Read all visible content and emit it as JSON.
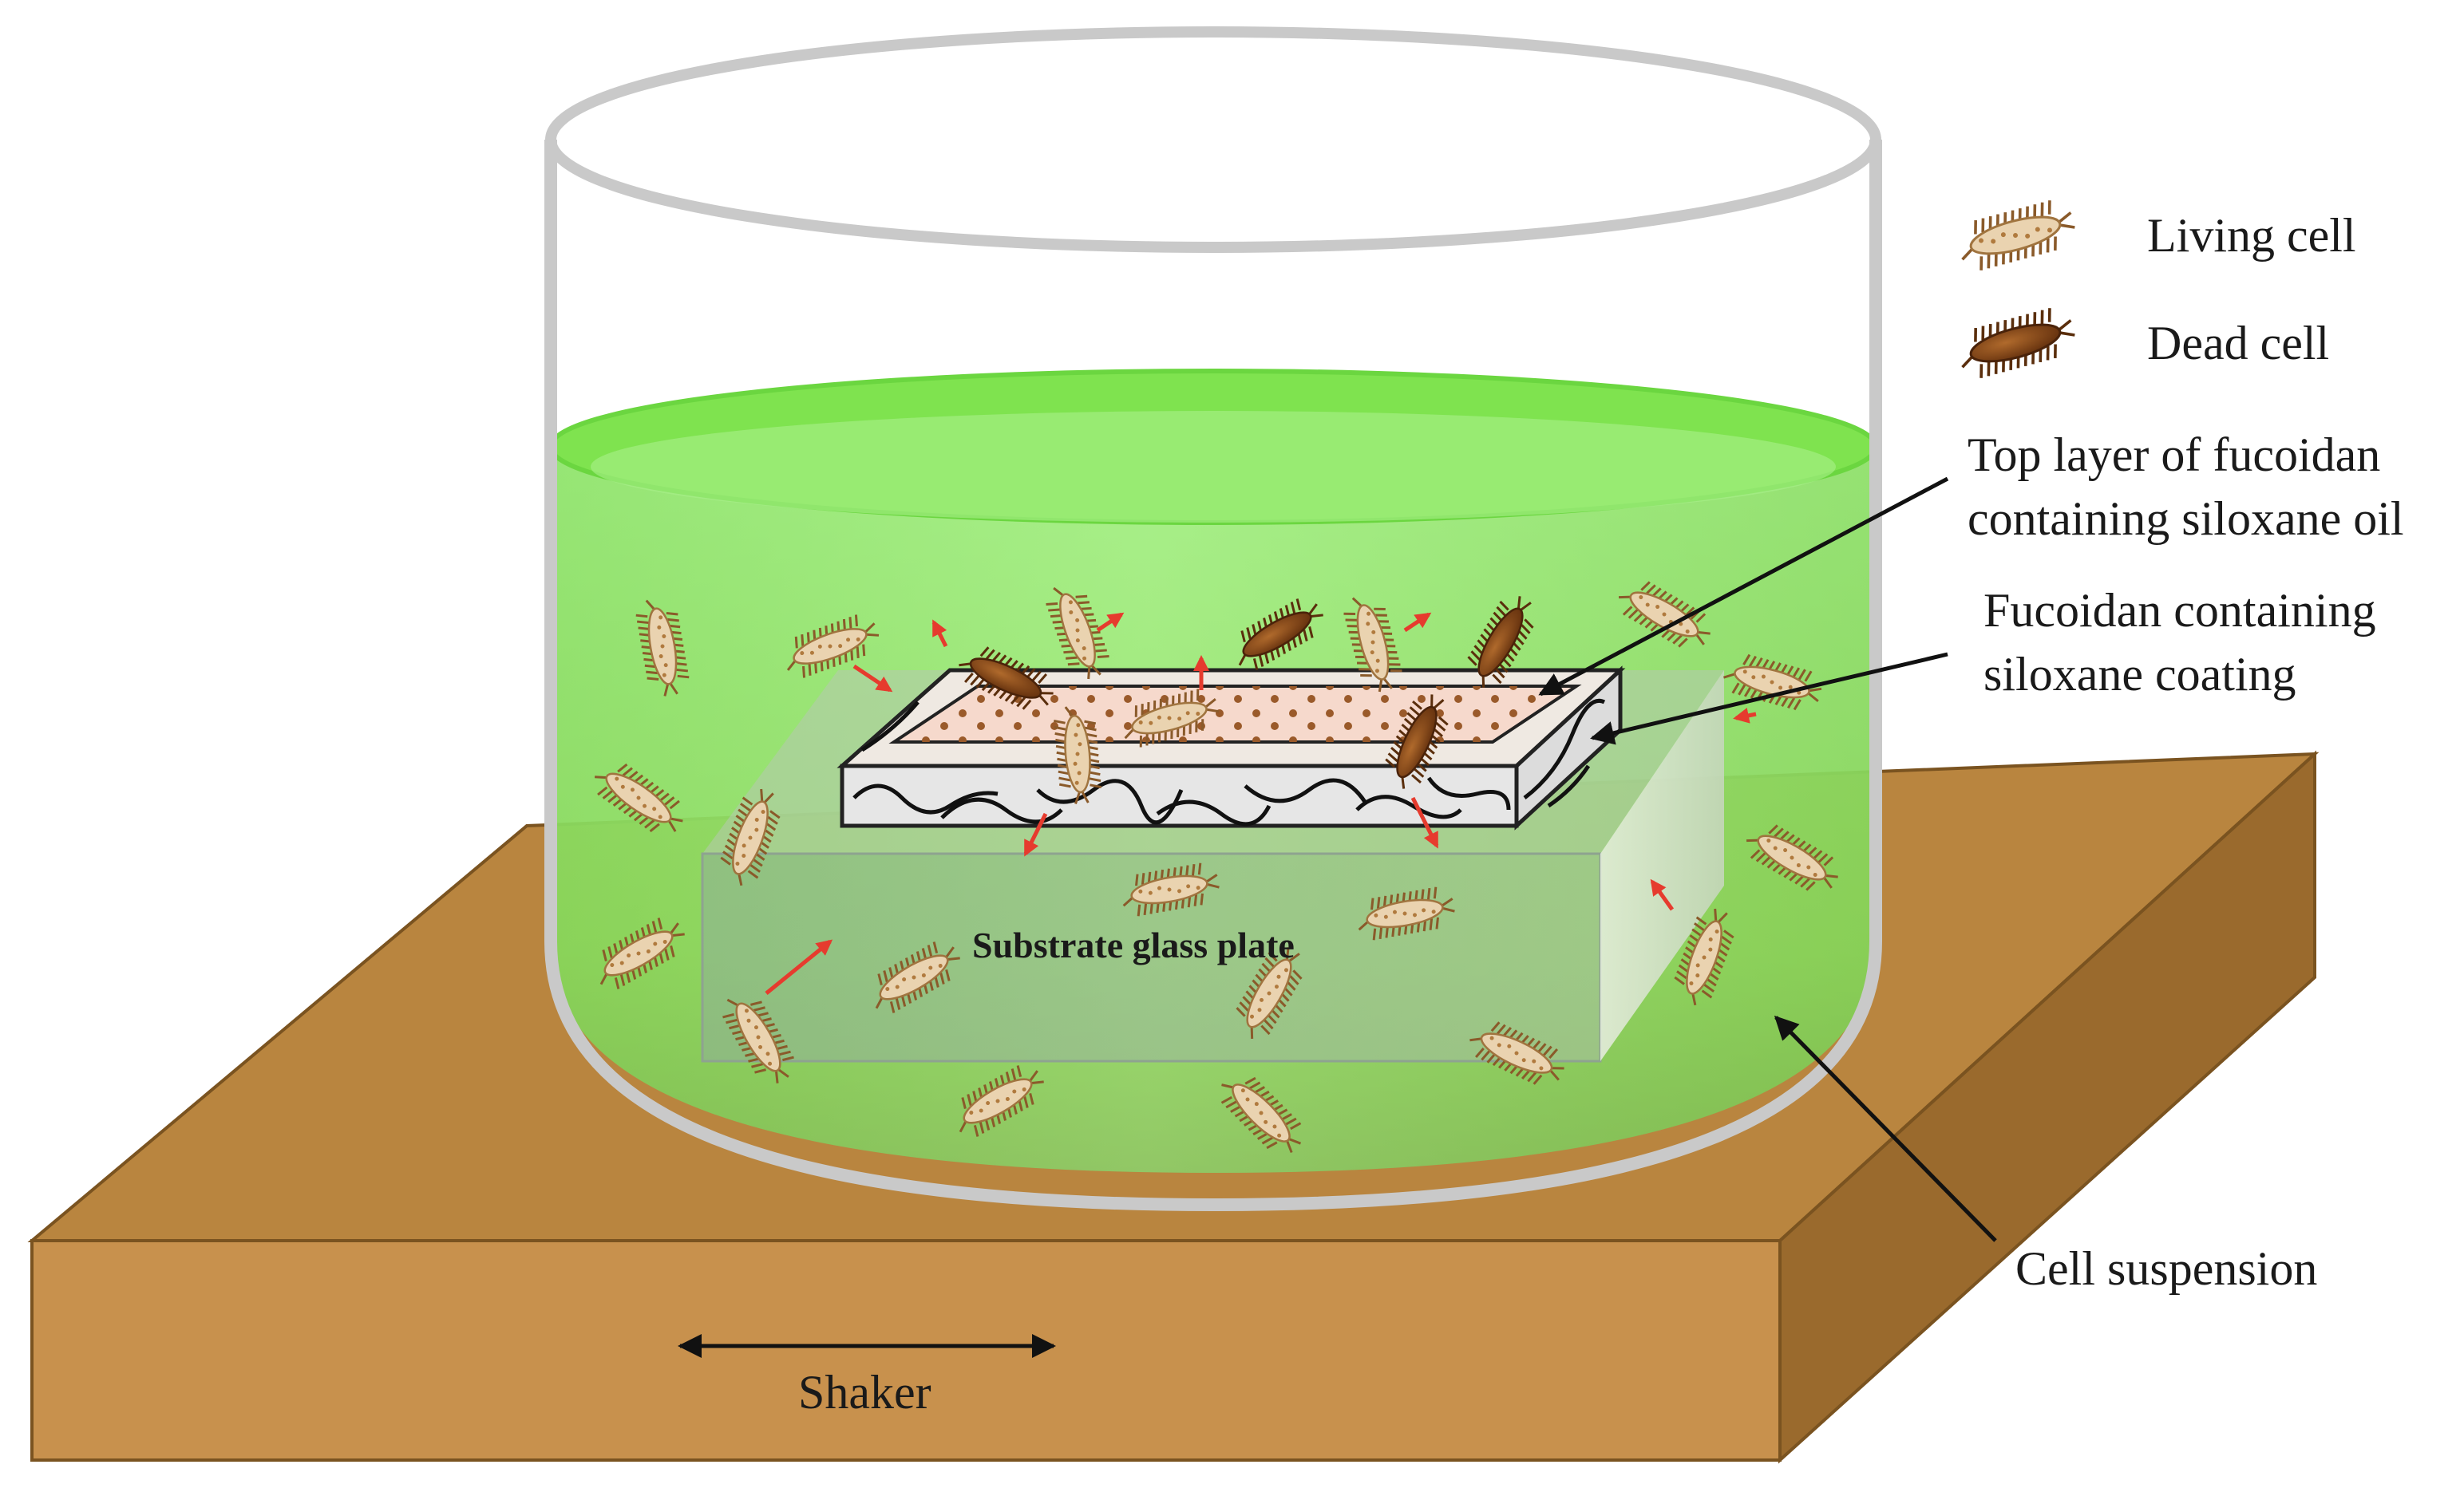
{
  "legend": {
    "living_cell": "Living cell",
    "dead_cell": "Dead cell"
  },
  "labels": {
    "top_layer_line1": "Top layer of fucoidan",
    "top_layer_line2": "containing siloxane oil",
    "coating_line1": "Fucoidan containing",
    "coating_line2": "siloxane coating",
    "substrate": "Substrate glass plate",
    "cell_suspension": "Cell suspension",
    "shaker": "Shaker"
  },
  "colors": {
    "shaker_top": "#b9853f",
    "shaker_front": "#c8914d",
    "shaker_side": "#9a6a2d",
    "liquid": "#8fe86a",
    "beaker_rim": "#c9c9c9",
    "living_cell": "#ead3b0",
    "dead_cell": "#8a4d1a",
    "arrow_red": "#e63b2e",
    "coating_top": "#f6d9cc"
  }
}
